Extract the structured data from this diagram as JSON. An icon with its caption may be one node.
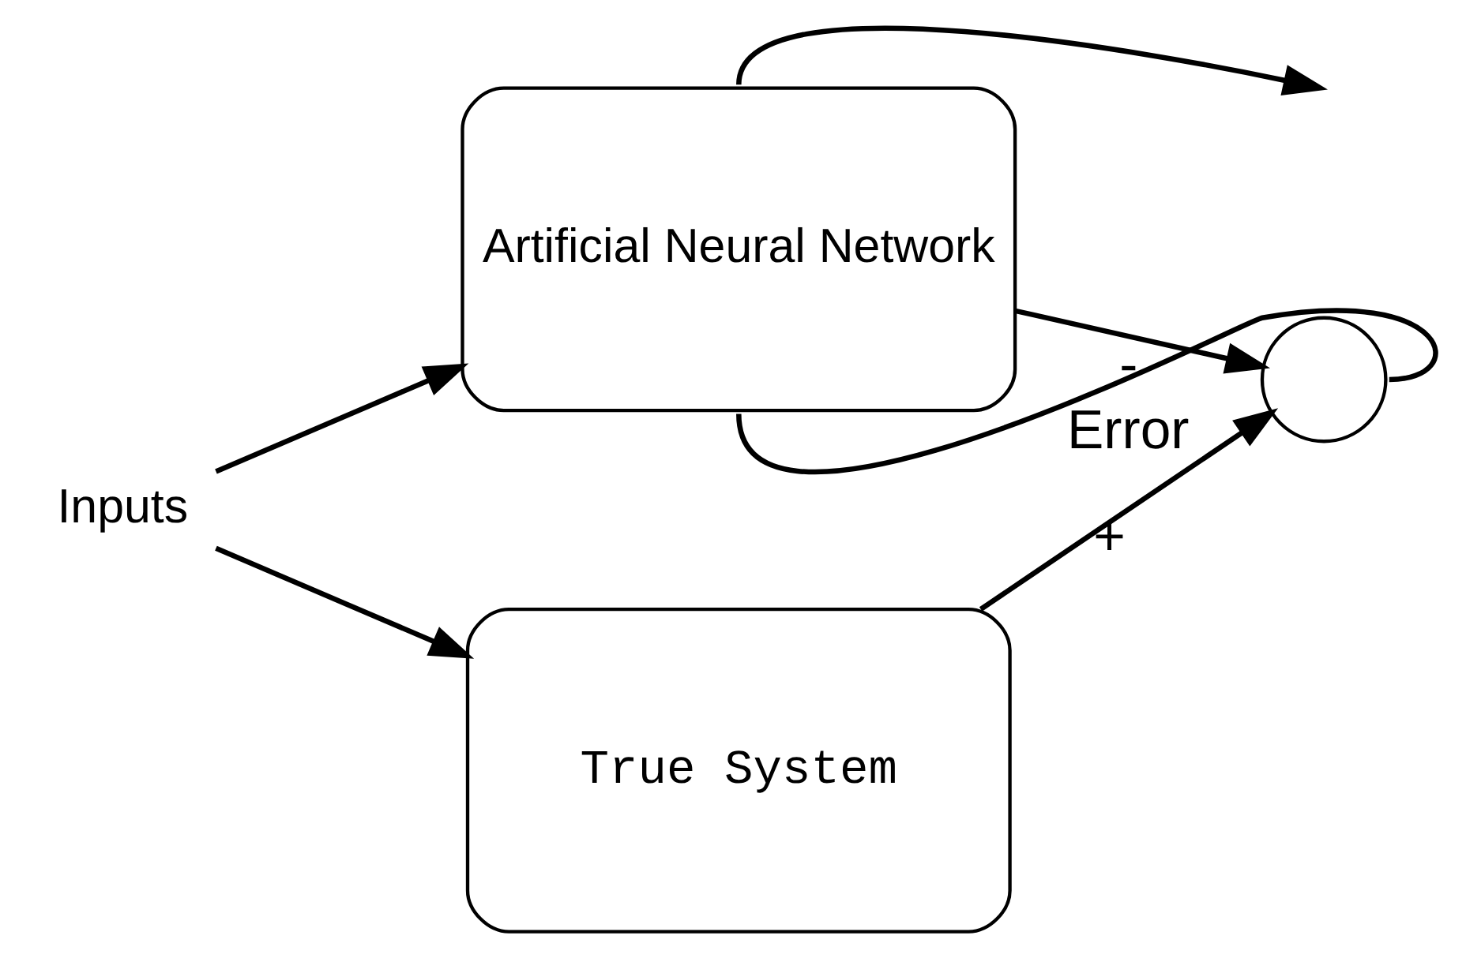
{
  "diagram": {
    "nodes": [
      {
        "text": [
          "Inputs"
        ]
      },
      {
        "text": [
          "True System"
        ]
      },
      {
        "text": [
          "Artificial Neural Network"
        ]
      },
      {
        "text": [],
        "shape": "circle"
      }
    ],
    "edges": [
      {
        "from": 0,
        "to": 1,
        "arrow": "to"
      },
      {
        "from": 0,
        "to": 2,
        "arrow": "to"
      },
      {
        "from": 1,
        "to": 3,
        "arrow": "to",
        "label": "+"
      },
      {
        "from": 2,
        "to": 3,
        "arrow": "to",
        "label": "-"
      },
      {
        "from": 3,
        "to": 2,
        "arrow": "none",
        "label": "Error"
      },
      {
        "from": 2,
        "to": null,
        "arrow": "to"
      }
    ]
  }
}
